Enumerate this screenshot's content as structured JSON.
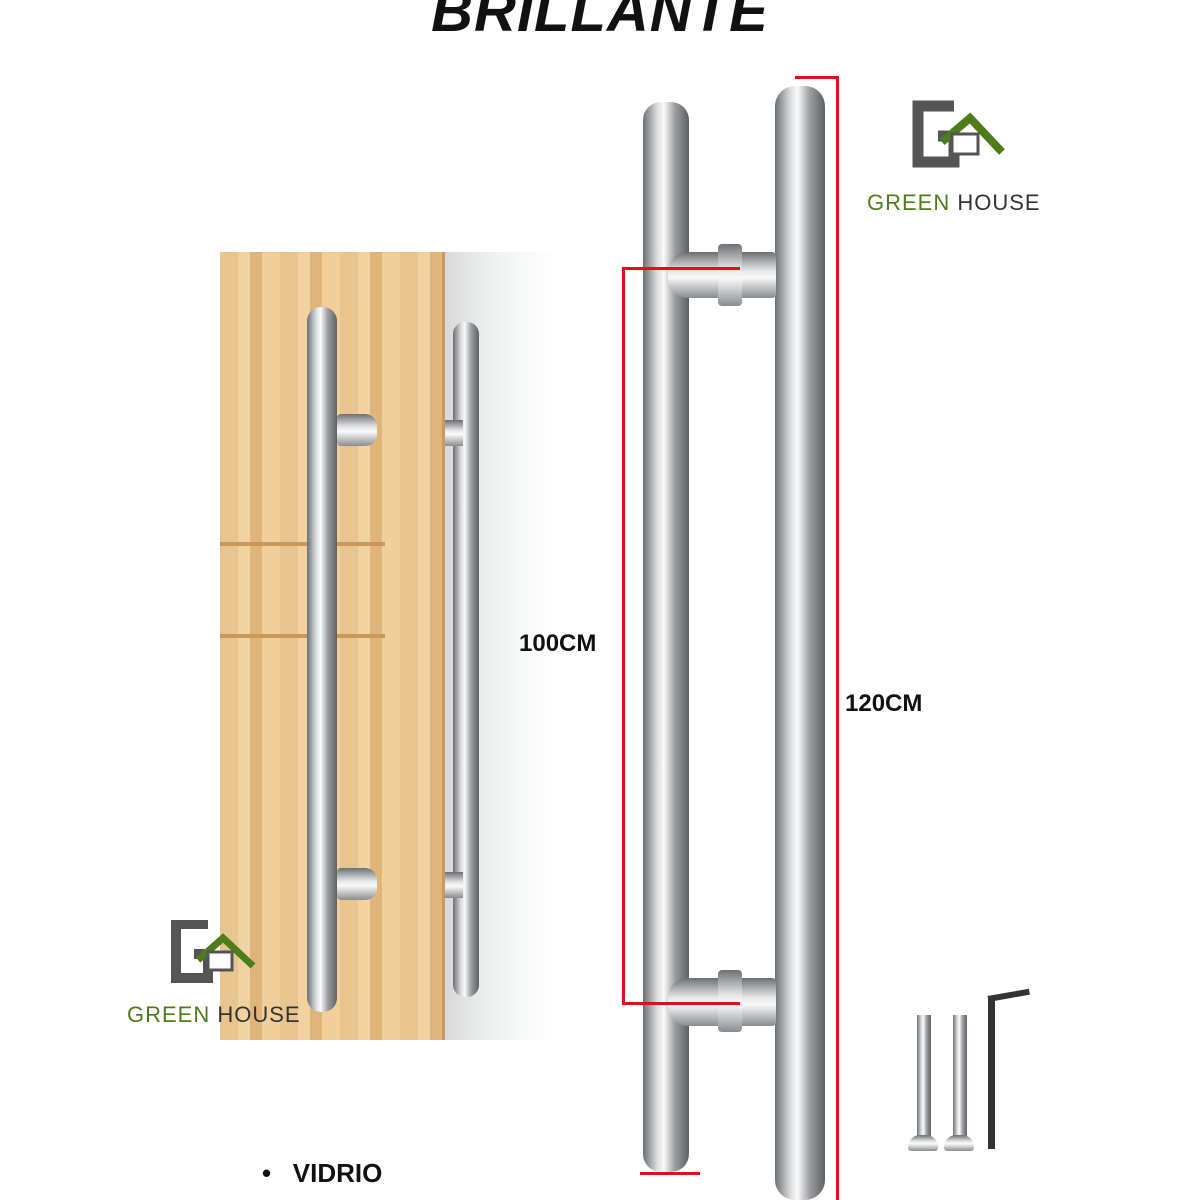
{
  "title": "BRILLANTE",
  "dimensions": {
    "inner": "100CM",
    "outer": "120CM"
  },
  "logo": {
    "word1": "GREEN",
    "word2": "HOUSE"
  },
  "feature_list": [
    "VIDRIO"
  ],
  "colors": {
    "measure_line": "#e0101a",
    "logo_green": "#4d7c1a",
    "logo_gray": "#555555"
  }
}
